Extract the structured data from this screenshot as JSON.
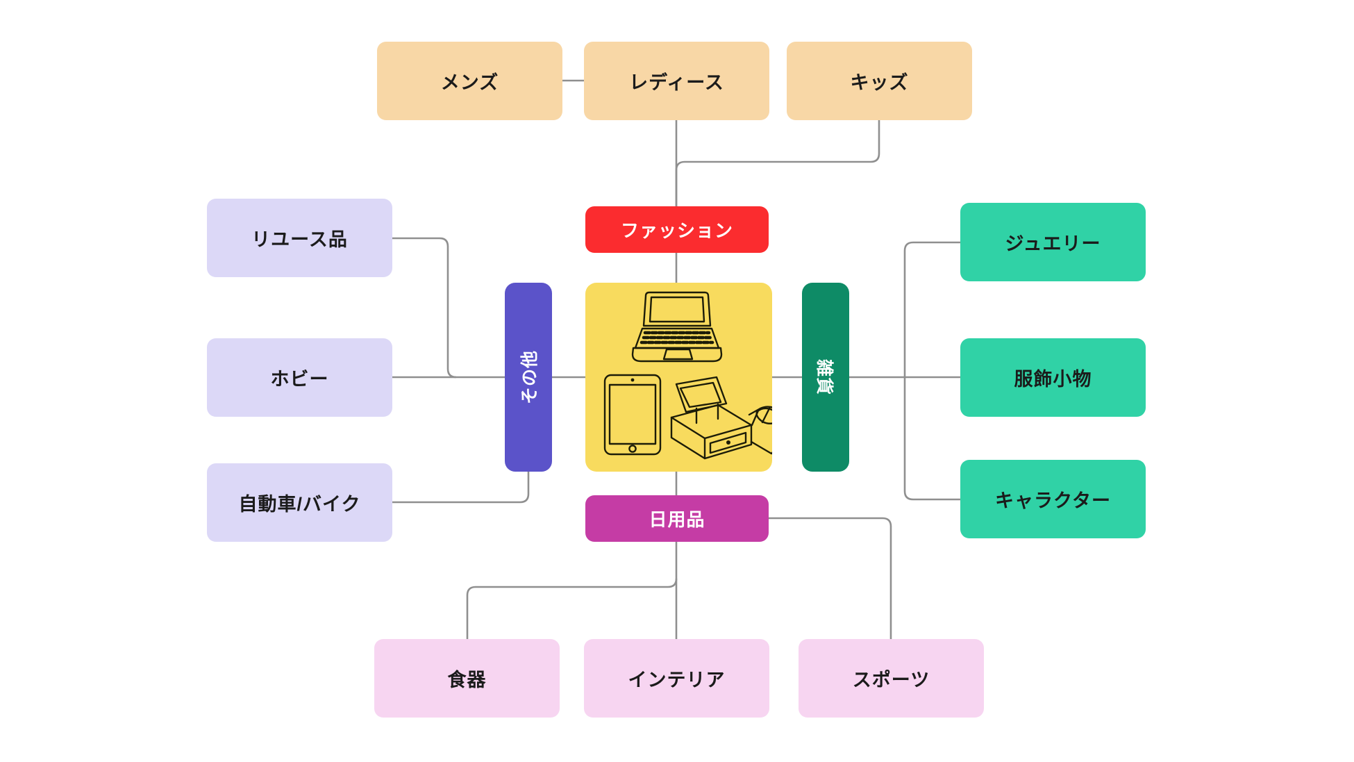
{
  "diagram": {
    "type": "mindmap",
    "background": "#ffffff",
    "connector_color": "#8f8f8f",
    "center": {
      "label": "",
      "icons": [
        "laptop-icon",
        "tablet-icon",
        "pos-register-icon"
      ],
      "color": "#f8db5e"
    },
    "nodes": {
      "fashion": {
        "label": "ファッション",
        "color": "#fb2c2f",
        "text_color": "#ffffff"
      },
      "mens": {
        "label": "メンズ",
        "color": "#f8d7a6",
        "text_color": "#1b1b1b"
      },
      "ladies": {
        "label": "レディース",
        "color": "#f8d7a6",
        "text_color": "#1b1b1b"
      },
      "kids": {
        "label": "キッズ",
        "color": "#f8d7a6",
        "text_color": "#1b1b1b"
      },
      "other": {
        "label": "その他",
        "color": "#5b53c9",
        "text_color": "#ffffff"
      },
      "reuse": {
        "label": "リユース品",
        "color": "#dcd8f7",
        "text_color": "#1b1b1b"
      },
      "hobby": {
        "label": "ホビー",
        "color": "#dcd8f7",
        "text_color": "#1b1b1b"
      },
      "cars_bikes": {
        "label": "自動車/バイク",
        "color": "#dcd8f7",
        "text_color": "#1b1b1b"
      },
      "zakka": {
        "label": "雑貨",
        "color": "#0e8b66",
        "text_color": "#ffffff"
      },
      "jewelry": {
        "label": "ジュエリー",
        "color": "#30d2a6",
        "text_color": "#1b1b1b"
      },
      "accessories": {
        "label": "服飾小物",
        "color": "#30d2a6",
        "text_color": "#1b1b1b"
      },
      "character": {
        "label": "キャラクター",
        "color": "#30d2a6",
        "text_color": "#1b1b1b"
      },
      "daily_goods": {
        "label": "日用品",
        "color": "#c53ca5",
        "text_color": "#ffffff"
      },
      "tableware": {
        "label": "食器",
        "color": "#f7d5f1",
        "text_color": "#1b1b1b"
      },
      "interior": {
        "label": "インテリア",
        "color": "#f7d5f1",
        "text_color": "#1b1b1b"
      },
      "sports": {
        "label": "スポーツ",
        "color": "#f7d5f1",
        "text_color": "#1b1b1b"
      }
    },
    "edges": [
      [
        "mens",
        "ladies"
      ],
      [
        "ladies",
        "fashion"
      ],
      [
        "kids",
        "fashion"
      ],
      [
        "fashion",
        "center"
      ],
      [
        "reuse",
        "other"
      ],
      [
        "hobby",
        "other"
      ],
      [
        "cars_bikes",
        "other"
      ],
      [
        "other",
        "center"
      ],
      [
        "center",
        "zakka"
      ],
      [
        "zakka",
        "jewelry"
      ],
      [
        "zakka",
        "accessories"
      ],
      [
        "zakka",
        "character"
      ],
      [
        "center",
        "daily_goods"
      ],
      [
        "daily_goods",
        "tableware"
      ],
      [
        "daily_goods",
        "interior"
      ],
      [
        "daily_goods",
        "sports"
      ]
    ]
  }
}
